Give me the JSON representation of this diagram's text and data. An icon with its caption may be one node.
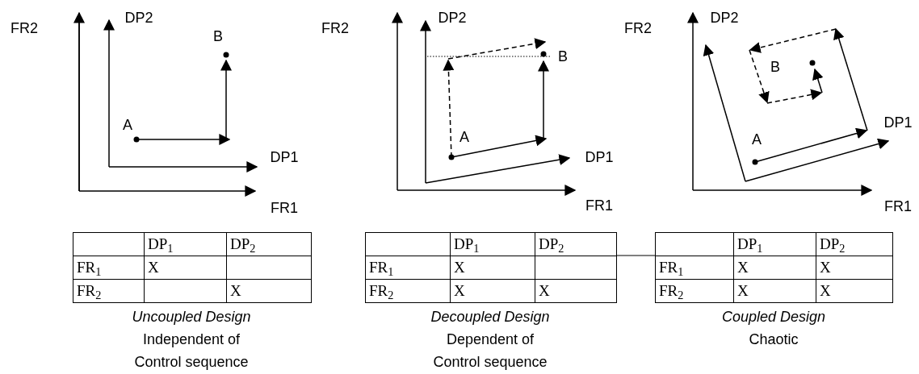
{
  "diagram": {
    "labels": [
      "FR2",
      "DP2",
      "B",
      "A",
      "DP1",
      "FR1",
      "FR2",
      "DP2",
      "B",
      "A",
      "DP1",
      "FR1",
      "FR2",
      "DP2",
      "B",
      "A",
      "DP1",
      "FR1",
      "DP$_{1}$",
      "DP$_{2}$",
      "FR$_{1}$",
      "X",
      "FR$_{2}$",
      "X",
      "Uncoupled Design",
      "Independent of Control sequence",
      "DP$_{1}$",
      "DP$_{2}$",
      "FR$_{1}$",
      "X",
      "FR$_{2}$",
      "X",
      "X",
      "Decoupled Design",
      "Dependent of Control sequence",
      "DP$_{1}$",
      "DP$_{2}$",
      "FR$_{1}$",
      "X",
      "X",
      "FR$_{2}$",
      "X",
      "X",
      "Coupled Design",
      "Chaotic"
    ]
  }
}
